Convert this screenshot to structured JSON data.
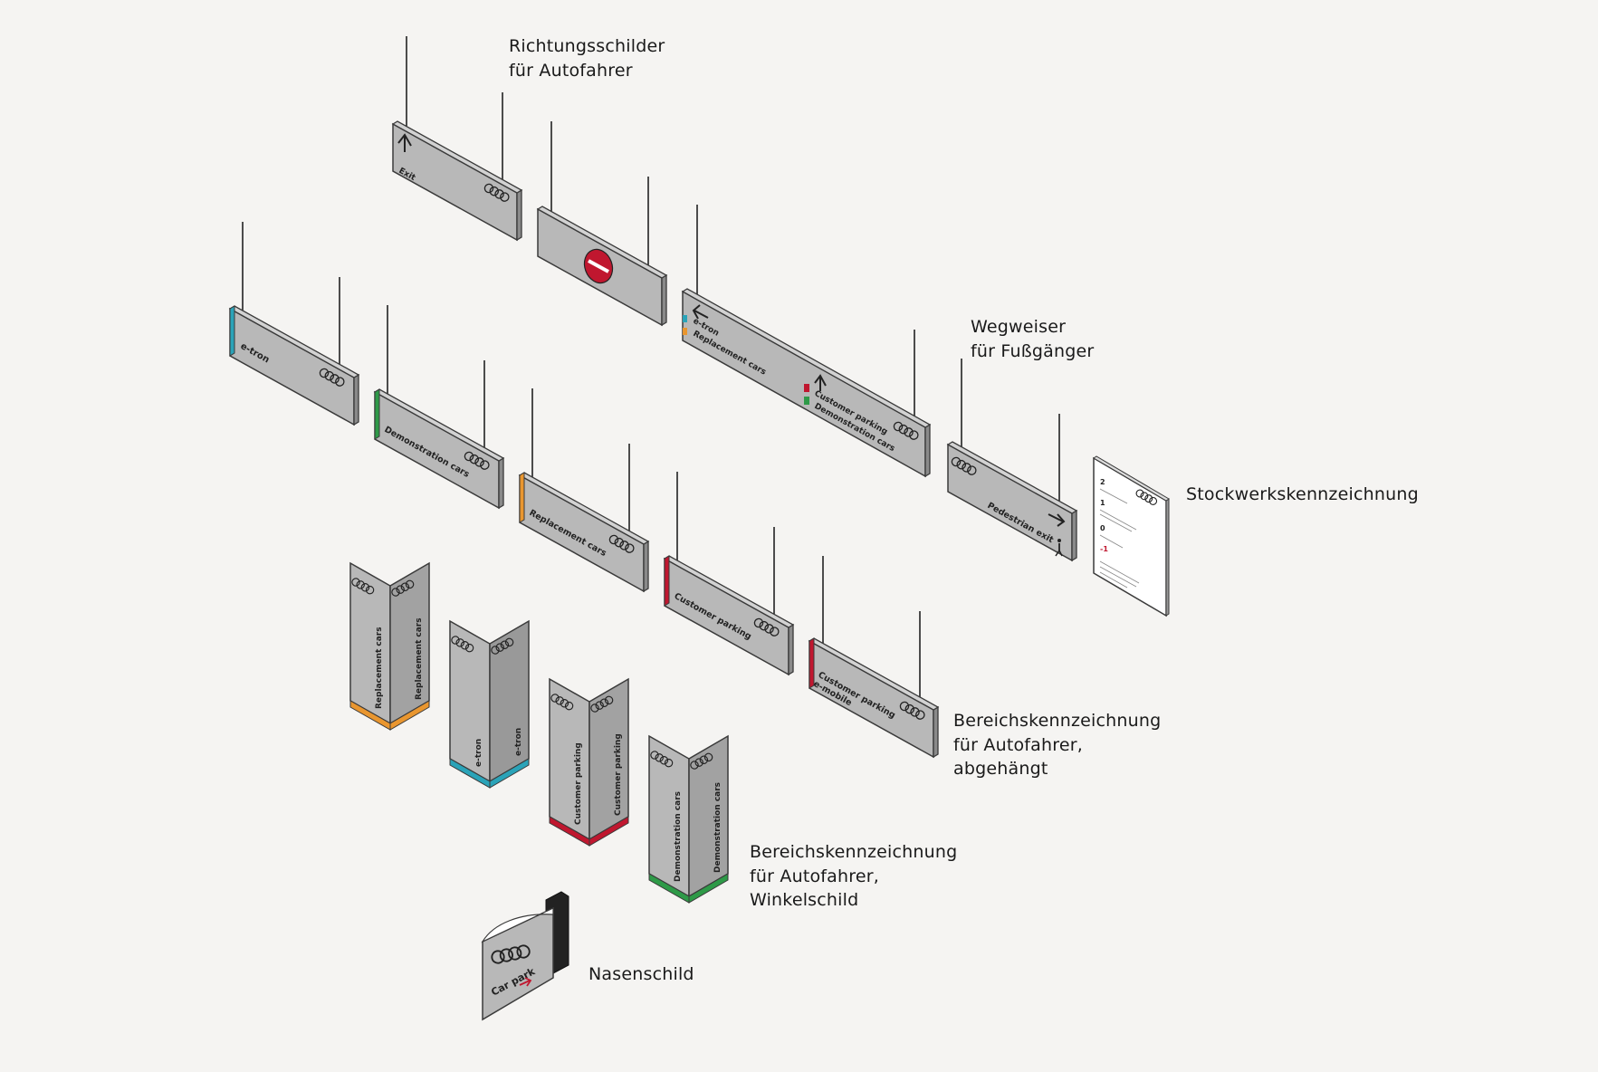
{
  "labels": {
    "richtung": [
      "Richtungsschilder",
      "für Autofahrer"
    ],
    "wegweiser": [
      "Wegweiser",
      "für Fußgänger"
    ],
    "stockwerk": [
      "Stockwerkskennzeichnung"
    ],
    "abgehaengt": [
      "Bereichskennzeichnung",
      "für Autofahrer,",
      "abgehängt"
    ],
    "winkel": [
      "Bereichskennzeichnung",
      "für Autofahrer,",
      "Winkelschild"
    ],
    "nasen": [
      "Nasenschild"
    ]
  },
  "signs": {
    "exit": "Exit",
    "etron": "e-tron",
    "demo": "Demonstration cars",
    "replacement": "Replacement cars",
    "customer": "Customer parking",
    "customer_emobile_1": "Customer parking",
    "customer_emobile_2": "e-mobile",
    "pedestrian": "Pedestrian exit",
    "big_left_1": "e-tron",
    "big_left_2": "Replacement cars",
    "big_right_1": "Customer parking",
    "big_right_2": "Demonstration cars",
    "carpark": "Car park"
  },
  "floor_directory": {
    "floors": [
      "2",
      "1",
      "0",
      "-1"
    ]
  },
  "colors": {
    "background": "#f5f4f2",
    "sign_face": "#b7b7b7",
    "etron": "#2aa3b8",
    "demo": "#2e9a48",
    "replacement": "#e9962f",
    "customer": "#c0172f"
  },
  "icons": [
    "arrow-up-icon",
    "arrow-left-icon",
    "arrow-right-icon",
    "no-entry-icon",
    "four-rings-logo",
    "pedestrian-icon"
  ]
}
